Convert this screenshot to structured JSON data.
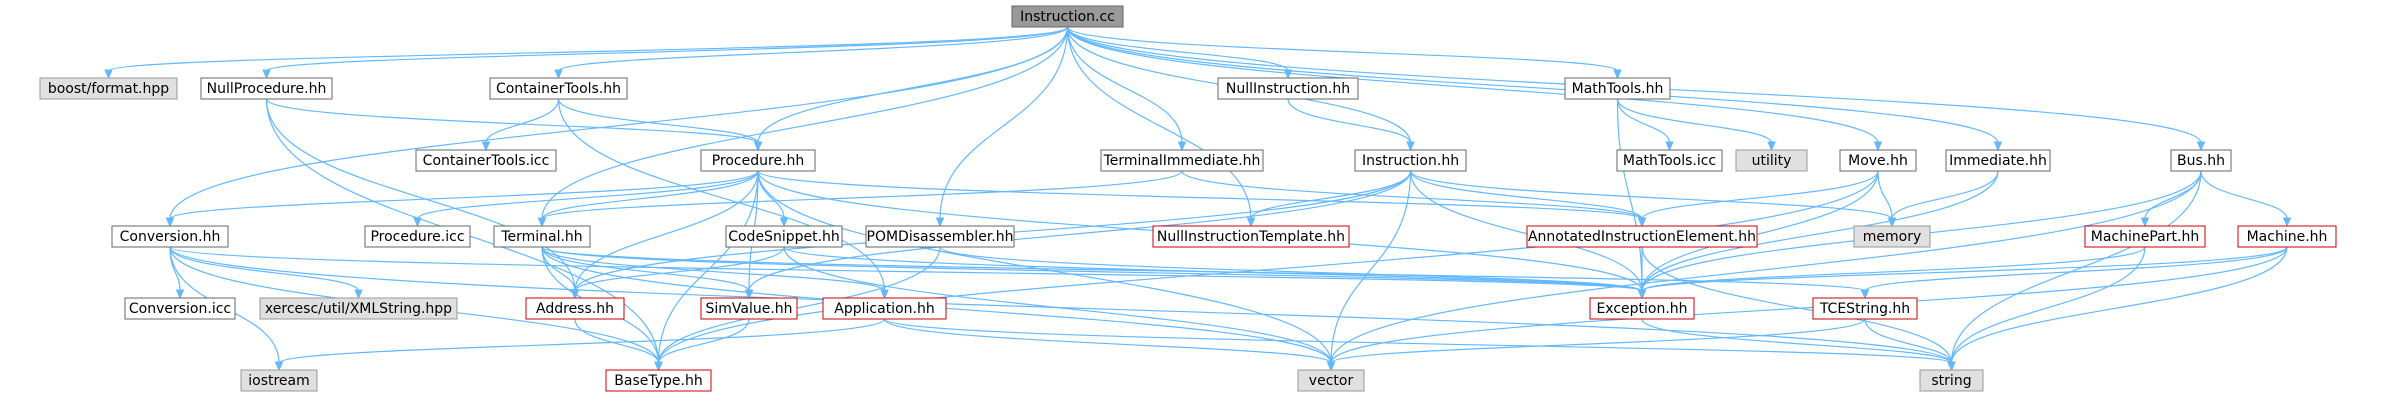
{
  "graph": {
    "nodes": [
      {
        "id": "instruction_cc",
        "label": "Instruction.cc",
        "style": "root"
      },
      {
        "id": "boost_format",
        "label": "boost/format.hpp",
        "style": "system"
      },
      {
        "id": "nullprocedure_hh",
        "label": "NullProcedure.hh",
        "style": "normal"
      },
      {
        "id": "containertools_hh",
        "label": "ContainerTools.hh",
        "style": "normal"
      },
      {
        "id": "nullinstruction_hh",
        "label": "NullInstruction.hh",
        "style": "normal"
      },
      {
        "id": "mathtools_hh",
        "label": "MathTools.hh",
        "style": "normal"
      },
      {
        "id": "containertools_icc",
        "label": "ContainerTools.icc",
        "style": "normal"
      },
      {
        "id": "procedure_hh",
        "label": "Procedure.hh",
        "style": "normal"
      },
      {
        "id": "terminalimmediate_hh",
        "label": "TerminalImmediate.hh",
        "style": "normal"
      },
      {
        "id": "instruction_hh",
        "label": "Instruction.hh",
        "style": "normal"
      },
      {
        "id": "mathtools_icc",
        "label": "MathTools.icc",
        "style": "normal"
      },
      {
        "id": "utility",
        "label": "utility",
        "style": "system"
      },
      {
        "id": "move_hh",
        "label": "Move.hh",
        "style": "normal"
      },
      {
        "id": "immediate_hh",
        "label": "Immediate.hh",
        "style": "normal"
      },
      {
        "id": "bus_hh",
        "label": "Bus.hh",
        "style": "normal"
      },
      {
        "id": "memory",
        "label": "memory",
        "style": "system"
      },
      {
        "id": "conversion_hh",
        "label": "Conversion.hh",
        "style": "normal"
      },
      {
        "id": "procedure_icc",
        "label": "Procedure.icc",
        "style": "normal"
      },
      {
        "id": "terminal_hh",
        "label": "Terminal.hh",
        "style": "normal"
      },
      {
        "id": "codesnippet_hh",
        "label": "CodeSnippet.hh",
        "style": "normal"
      },
      {
        "id": "pomdisassembler_hh",
        "label": "POMDisassembler.hh",
        "style": "normal"
      },
      {
        "id": "nullinstructiontemplate_hh",
        "label": "NullInstructionTemplate.hh",
        "style": "missing"
      },
      {
        "id": "annotatedinstructionelement_hh",
        "label": "AnnotatedInstructionElement.hh",
        "style": "missing"
      },
      {
        "id": "machinepart_hh",
        "label": "MachinePart.hh",
        "style": "missing"
      },
      {
        "id": "machine_hh",
        "label": "Machine.hh",
        "style": "missing"
      },
      {
        "id": "conversion_icc",
        "label": "Conversion.icc",
        "style": "normal"
      },
      {
        "id": "xercesc",
        "label": "xercesc/util/XMLString.hpp",
        "style": "system"
      },
      {
        "id": "address_hh",
        "label": "Address.hh",
        "style": "missing"
      },
      {
        "id": "simvalue_hh",
        "label": "SimValue.hh",
        "style": "missing"
      },
      {
        "id": "application_hh",
        "label": "Application.hh",
        "style": "missing"
      },
      {
        "id": "exception_hh",
        "label": "Exception.hh",
        "style": "missing"
      },
      {
        "id": "tcestring_hh",
        "label": "TCEString.hh",
        "style": "missing"
      },
      {
        "id": "iostream",
        "label": "iostream",
        "style": "system"
      },
      {
        "id": "basetype_hh",
        "label": "BaseType.hh",
        "style": "missing"
      },
      {
        "id": "vector",
        "label": "vector",
        "style": "system"
      },
      {
        "id": "string",
        "label": "string",
        "style": "system"
      }
    ],
    "edges": [
      [
        "instruction_cc",
        "boost_format"
      ],
      [
        "instruction_cc",
        "nullprocedure_hh"
      ],
      [
        "instruction_cc",
        "containertools_hh"
      ],
      [
        "instruction_cc",
        "nullinstruction_hh"
      ],
      [
        "instruction_cc",
        "mathtools_hh"
      ],
      [
        "instruction_cc",
        "procedure_hh"
      ],
      [
        "instruction_cc",
        "terminalimmediate_hh"
      ],
      [
        "instruction_cc",
        "instruction_hh"
      ],
      [
        "instruction_cc",
        "move_hh"
      ],
      [
        "instruction_cc",
        "immediate_hh"
      ],
      [
        "instruction_cc",
        "bus_hh"
      ],
      [
        "instruction_cc",
        "conversion_hh"
      ],
      [
        "instruction_cc",
        "terminal_hh"
      ],
      [
        "instruction_cc",
        "pomdisassembler_hh"
      ],
      [
        "instruction_cc",
        "nullinstructiontemplate_hh"
      ],
      [
        "nullprocedure_hh",
        "procedure_hh"
      ],
      [
        "nullprocedure_hh",
        "address_hh"
      ],
      [
        "nullprocedure_hh",
        "basetype_hh"
      ],
      [
        "containertools_hh",
        "containertools_icc"
      ],
      [
        "containertools_hh",
        "procedure_hh"
      ],
      [
        "containertools_hh",
        "application_hh"
      ],
      [
        "nullinstruction_hh",
        "instruction_hh"
      ],
      [
        "mathtools_hh",
        "mathtools_icc"
      ],
      [
        "mathtools_hh",
        "utility"
      ],
      [
        "mathtools_hh",
        "exception_hh"
      ],
      [
        "procedure_hh",
        "conversion_hh"
      ],
      [
        "procedure_hh",
        "procedure_icc"
      ],
      [
        "procedure_hh",
        "terminal_hh"
      ],
      [
        "procedure_hh",
        "codesnippet_hh"
      ],
      [
        "procedure_hh",
        "exception_hh"
      ],
      [
        "procedure_hh",
        "annotatedinstructionelement_hh"
      ],
      [
        "procedure_hh",
        "simvalue_hh"
      ],
      [
        "procedure_hh",
        "address_hh"
      ],
      [
        "procedure_hh",
        "vector"
      ],
      [
        "procedure_hh",
        "basetype_hh"
      ],
      [
        "terminalimmediate_hh",
        "terminal_hh"
      ],
      [
        "terminalimmediate_hh",
        "annotatedinstructionelement_hh"
      ],
      [
        "instruction_hh",
        "nullinstructiontemplate_hh"
      ],
      [
        "instruction_hh",
        "annotatedinstructionelement_hh"
      ],
      [
        "instruction_hh",
        "exception_hh"
      ],
      [
        "instruction_hh",
        "memory"
      ],
      [
        "instruction_hh",
        "vector"
      ],
      [
        "instruction_hh",
        "address_hh"
      ],
      [
        "instruction_hh",
        "simvalue_hh"
      ],
      [
        "move_hh",
        "annotatedinstructionelement_hh"
      ],
      [
        "move_hh",
        "memory"
      ],
      [
        "move_hh",
        "exception_hh"
      ],
      [
        "move_hh",
        "basetype_hh"
      ],
      [
        "immediate_hh",
        "memory"
      ],
      [
        "immediate_hh",
        "exception_hh"
      ],
      [
        "bus_hh",
        "machinepart_hh"
      ],
      [
        "bus_hh",
        "machine_hh"
      ],
      [
        "bus_hh",
        "exception_hh"
      ],
      [
        "bus_hh",
        "string"
      ],
      [
        "bus_hh",
        "vector"
      ],
      [
        "conversion_hh",
        "conversion_icc"
      ],
      [
        "conversion_hh",
        "xercesc"
      ],
      [
        "conversion_hh",
        "exception_hh"
      ],
      [
        "conversion_hh",
        "iostream"
      ],
      [
        "conversion_hh",
        "basetype_hh"
      ],
      [
        "conversion_hh",
        "string"
      ],
      [
        "terminal_hh",
        "address_hh"
      ],
      [
        "terminal_hh",
        "simvalue_hh"
      ],
      [
        "terminal_hh",
        "application_hh"
      ],
      [
        "terminal_hh",
        "exception_hh"
      ],
      [
        "terminal_hh",
        "basetype_hh"
      ],
      [
        "terminal_hh",
        "vector"
      ],
      [
        "terminal_hh",
        "tcestring_hh"
      ],
      [
        "codesnippet_hh",
        "address_hh"
      ],
      [
        "codesnippet_hh",
        "exception_hh"
      ],
      [
        "codesnippet_hh",
        "vector"
      ],
      [
        "pomdisassembler_hh",
        "exception_hh"
      ],
      [
        "pomdisassembler_hh",
        "basetype_hh"
      ],
      [
        "annotatedinstructionelement_hh",
        "exception_hh"
      ],
      [
        "annotatedinstructionelement_hh",
        "string"
      ],
      [
        "machinepart_hh",
        "exception_hh"
      ],
      [
        "machinepart_hh",
        "string"
      ],
      [
        "machine_hh",
        "exception_hh"
      ],
      [
        "machine_hh",
        "tcestring_hh"
      ],
      [
        "machine_hh",
        "string"
      ],
      [
        "machine_hh",
        "vector"
      ],
      [
        "address_hh",
        "basetype_hh"
      ],
      [
        "simvalue_hh",
        "basetype_hh"
      ],
      [
        "application_hh",
        "iostream"
      ],
      [
        "application_hh",
        "vector"
      ],
      [
        "application_hh",
        "string"
      ],
      [
        "exception_hh",
        "string"
      ],
      [
        "tcestring_hh",
        "string"
      ],
      [
        "tcestring_hh",
        "vector"
      ]
    ],
    "colors": {
      "edge": "#63b8ff",
      "root_fill": "#999999",
      "root_border": "#666666",
      "normal_fill": "#ffffff",
      "normal_border": "#666666",
      "system_fill": "#e0e0e0",
      "system_border": "#999999",
      "missing_fill": "#ffffff",
      "missing_border": "#cc0000"
    }
  }
}
